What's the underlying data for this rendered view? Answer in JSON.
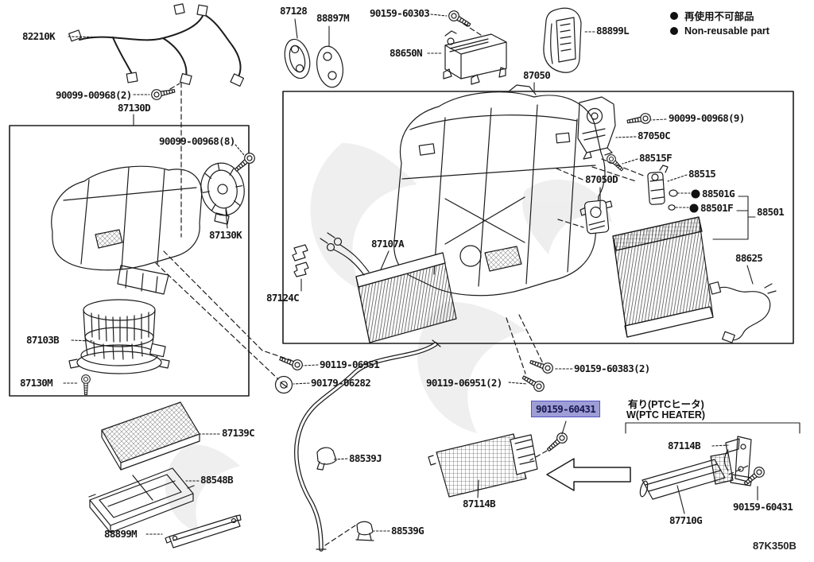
{
  "legend": {
    "jp": "再使用不可部品",
    "en": "Non-reusable part"
  },
  "ptc_section": {
    "jp": "有り(PTCヒータ)",
    "en": "W(PTC HEATER)"
  },
  "diagram_code": "87K350B",
  "highlight": {
    "part_number": "90159-60431",
    "bg": "#9e9ed6",
    "border": "#5353c4",
    "text": "#18184e"
  },
  "parts": {
    "harness": "82210K",
    "screw_90099_00968_2": "90099-00968(2)",
    "blower_unit": "87130D",
    "screw_90099_00968_8": "90099-00968(8)",
    "damper_servo_87130K": "87130K",
    "blower_motor": "87103B",
    "screw_87130M": "87130M",
    "air_filter": "87139C",
    "filter_case": "88548B",
    "filter_cover": "88899M",
    "grommet_87128": "87128",
    "grommet_88897M": "88897M",
    "screw_90159_60303": "90159-60303",
    "amplifier": "88650N",
    "cover_88899L": "88899L",
    "hvac_unit": "87050",
    "screw_90099_00968_9": "90099-00968(9)",
    "damper_servo_87050C": "87050C",
    "bolt_88515F": "88515F",
    "damper_servo_87050D": "87050D",
    "expansion_valve": "88515",
    "oring_88501G": "88501G",
    "oring_88501F": "88501F",
    "evaporator": "88501",
    "thermistor": "88625",
    "heater_core": "87107A",
    "clamp": "87124C",
    "screw_90119_06951": "90119-06951",
    "grommet_90179_06282": "90179-06282",
    "screw_90119_06951_2": "90119-06951(2)",
    "screw_90159_60383_2": "90159-60383(2)",
    "clip_88539J": "88539J",
    "clip_88539G": "88539G",
    "ptc_heater": "87114B",
    "ptc_bracket": "87114B",
    "ptc_heater_assy": "87710G",
    "screw_90159_60431": "90159-60431"
  }
}
